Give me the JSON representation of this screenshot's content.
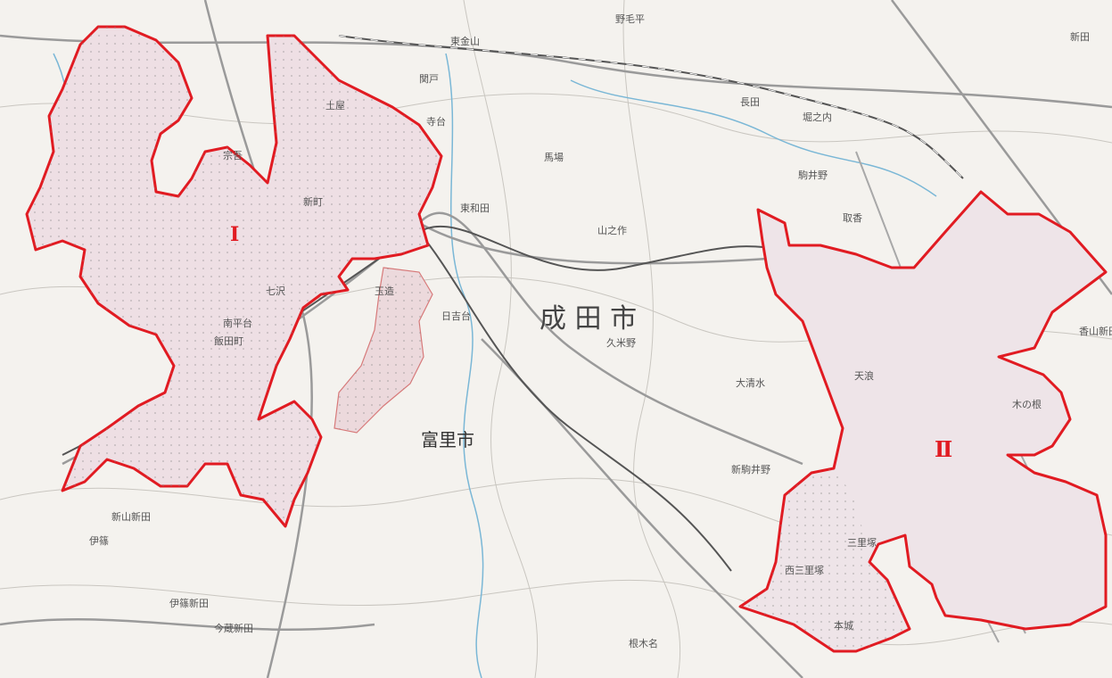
{
  "map": {
    "colors": {
      "background": "#f4f2ee",
      "boundary": "#e11b22",
      "zone_fill": "#eedfe4",
      "road": "#9a9a9a",
      "rail": "#555555",
      "water": "#7ab7d6",
      "contour": "#c9c6c0"
    },
    "cities": {
      "narita": "成 田 市",
      "tomisato": "富里市"
    },
    "zones": {
      "zone1": "Ⅰ",
      "zone2": "Ⅱ"
    },
    "places": [
      "野毛平",
      "東金山",
      "関戸",
      "長田",
      "堀之内",
      "寺台",
      "馬場",
      "新田",
      "東和田",
      "山之作",
      "駒井野",
      "取香",
      "日吉台",
      "久米野",
      "大清水",
      "天浪",
      "木の根",
      "新駒井野",
      "新山新田",
      "伊篠",
      "伊篠新田",
      "今蔵新田",
      "根木名",
      "三里塚",
      "西三里塚",
      "本城",
      "南平台",
      "飯田町",
      "新町",
      "玉造",
      "香山新田",
      "七沢",
      "宗吾",
      "土屋"
    ]
  }
}
